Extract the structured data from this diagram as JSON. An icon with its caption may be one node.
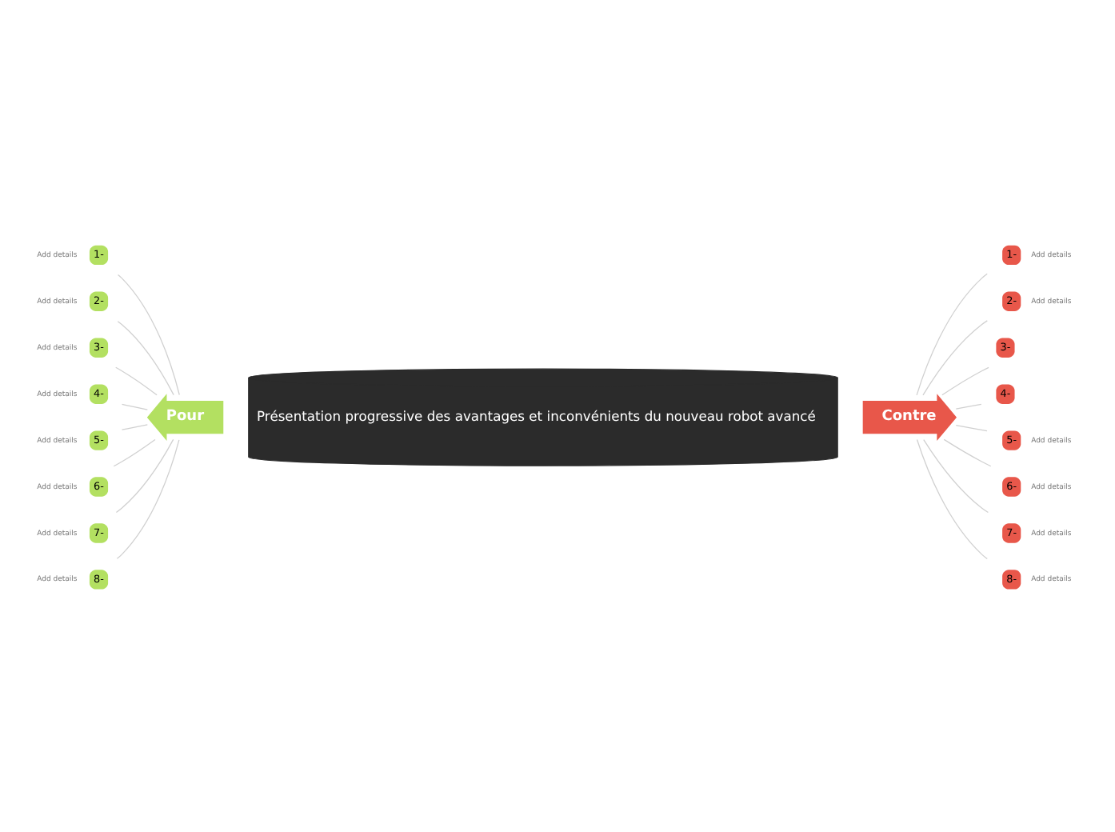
{
  "diagram": {
    "nodes": [
      {
        "text": [
          "Présentation progressive des avantages et inconvénients du nouveau robot avancé"
        ]
      },
      {
        "text": [
          "Pour"
        ]
      },
      {
        "text": [
          "Contre"
        ]
      },
      {
        "text": [
          "1-"
        ],
        "beside": [
          "Add details"
        ]
      },
      {
        "text": [
          "2-"
        ],
        "beside": [
          "Add details"
        ]
      },
      {
        "text": [
          "3-"
        ],
        "beside": [
          "Add details"
        ]
      },
      {
        "text": [
          "4-"
        ],
        "beside": [
          "Add details"
        ]
      },
      {
        "text": [
          "5-"
        ],
        "beside": [
          "Add details"
        ]
      },
      {
        "text": [
          "6-"
        ],
        "beside": [
          "Add details"
        ]
      },
      {
        "text": [
          "7-"
        ],
        "beside": [
          "Add details"
        ]
      },
      {
        "text": [
          "8-"
        ],
        "beside": [
          "Add details"
        ]
      },
      {
        "text": [
          "1-"
        ],
        "beside": [
          "Add details"
        ]
      },
      {
        "text": [
          "2-"
        ],
        "beside": [
          "Add details"
        ]
      },
      {
        "text": [
          "3-"
        ]
      },
      {
        "text": [
          "4-"
        ]
      },
      {
        "text": [
          "5-"
        ],
        "beside": [
          "Add details"
        ]
      },
      {
        "text": [
          "6-"
        ],
        "beside": [
          "Add details"
        ]
      },
      {
        "text": [
          "7-"
        ],
        "beside": [
          "Add details"
        ]
      },
      {
        "text": [
          "8-"
        ],
        "beside": [
          "Add details"
        ]
      }
    ],
    "edges": [
      {
        "from": 3,
        "to": 1,
        "arrow": "none"
      },
      {
        "from": 4,
        "to": 1,
        "arrow": "none"
      },
      {
        "from": 5,
        "to": 1,
        "arrow": "none"
      },
      {
        "from": 6,
        "to": 1,
        "arrow": "none"
      },
      {
        "from": 7,
        "to": 1,
        "arrow": "none"
      },
      {
        "from": 8,
        "to": 1,
        "arrow": "none"
      },
      {
        "from": 9,
        "to": 1,
        "arrow": "none"
      },
      {
        "from": 10,
        "to": 1,
        "arrow": "none"
      },
      {
        "from": 2,
        "to": 11,
        "arrow": "none"
      },
      {
        "from": 2,
        "to": 12,
        "arrow": "none"
      },
      {
        "from": 2,
        "to": 13,
        "arrow": "none"
      },
      {
        "from": 2,
        "to": 14,
        "arrow": "none"
      },
      {
        "from": 2,
        "to": 15,
        "arrow": "none"
      },
      {
        "from": 2,
        "to": 16,
        "arrow": "none"
      },
      {
        "from": 2,
        "to": 17,
        "arrow": "none"
      },
      {
        "from": 2,
        "to": 18,
        "arrow": "none"
      }
    ]
  }
}
